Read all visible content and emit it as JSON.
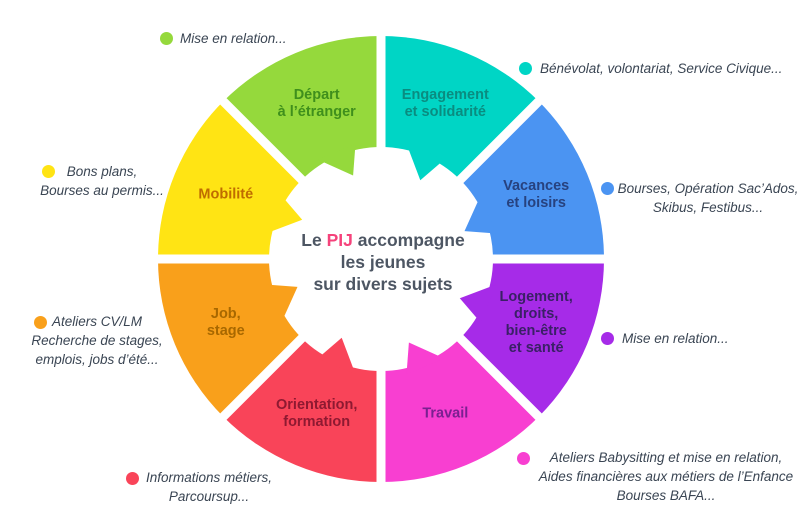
{
  "background": "#ffffff",
  "center": {
    "line1_prefix": "Le",
    "line1_highlight": "PIJ",
    "line1_suffix": "accompagne",
    "line2": "les jeunes",
    "line3": "sur divers sujets",
    "highlight_color": "#f5437b",
    "text_color": "#4d5663"
  },
  "annotation_text_color": "#3a4553",
  "segments": [
    {
      "id": "engagement-et-solidarite",
      "label_lines": [
        "Engagement",
        "et solidarité"
      ],
      "color": "#00d5c5",
      "label_color": "#0a8c80",
      "note_lines": [
        "Bénévolat, volontariat, Service Civique..."
      ]
    },
    {
      "id": "vacances-et-loisirs",
      "label_lines": [
        "Vacances",
        "et loisirs"
      ],
      "color": "#4b94f2",
      "label_color": "#27427f",
      "note_lines": [
        "Bourses, Opération Sac’Ados,",
        "Skibus, Festibus..."
      ]
    },
    {
      "id": "logement-droits-bien-etre-et-sante",
      "label_lines": [
        "Logement,",
        "droits,",
        "bien-être",
        "et santé"
      ],
      "color": "#a62be8",
      "label_color": "#3a2066",
      "note_lines": [
        "Mise en relation..."
      ]
    },
    {
      "id": "travail",
      "label_lines": [
        "Travail"
      ],
      "color": "#f83fd1",
      "label_color": "#7a2090",
      "note_lines": [
        "Ateliers Babysitting et mise en relation,",
        "Aides financières aux métiers de l’Enfance",
        "Bourses BAFA..."
      ]
    },
    {
      "id": "orientation-formation",
      "label_lines": [
        "Orientation,",
        "formation"
      ],
      "color": "#f94459",
      "label_color": "#8e1931",
      "note_lines": [
        "Informations métiers,",
        "Parcoursup..."
      ]
    },
    {
      "id": "job-stage",
      "label_lines": [
        "Job,",
        "stage"
      ],
      "color": "#f9a01b",
      "label_color": "#a86800",
      "note_lines": [
        "Ateliers CV/LM",
        "Recherche de stages,",
        "emplois, jobs d’été..."
      ]
    },
    {
      "id": "mobilite",
      "label_lines": [
        "Mobilité"
      ],
      "color": "#ffe414",
      "label_color": "#bf6c00",
      "note_lines": [
        "Bons plans,",
        "Bourses au permis..."
      ]
    },
    {
      "id": "depart-a-letranger",
      "label_lines": [
        "Départ",
        "à l’étranger"
      ],
      "color": "#95d93c",
      "label_color": "#3f8f1c",
      "note_lines": [
        "Mise en relation..."
      ]
    }
  ]
}
